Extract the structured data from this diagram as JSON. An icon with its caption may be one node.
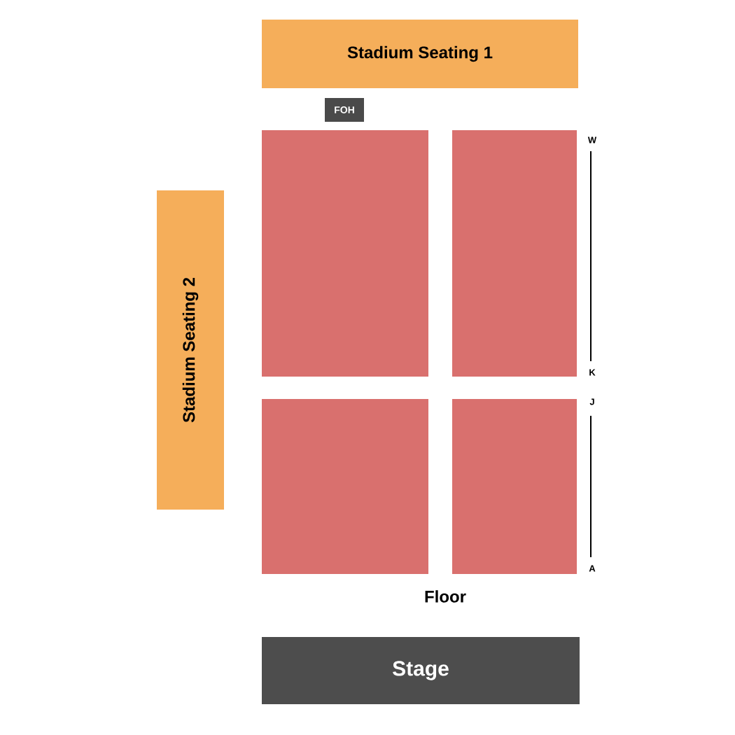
{
  "diagram": {
    "nodes": [
      {
        "text": [
          "Stadium Seating 1"
        ]
      },
      {
        "text": [
          "FOH"
        ]
      },
      {
        "text": [
          "Stadium Seating 2"
        ]
      },
      {
        "text": [],
        "shape": "box"
      },
      {
        "text": [],
        "shape": "box"
      },
      {
        "text": [],
        "shape": "box"
      },
      {
        "text": [],
        "shape": "box"
      },
      {
        "text": [
          "Stage"
        ]
      }
    ],
    "labels": [
      "W",
      "K",
      "J",
      "A",
      "Floor"
    ]
  }
}
